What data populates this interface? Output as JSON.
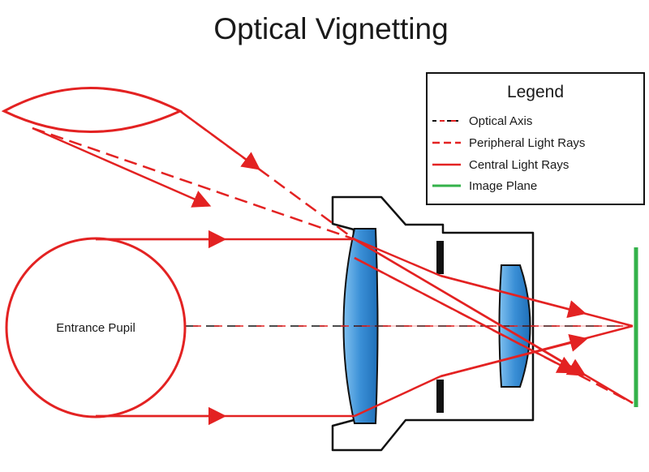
{
  "title": "Optical Vignetting",
  "labels": {
    "entrance_pupil": "Entrance Pupil"
  },
  "legend": {
    "title": "Legend",
    "items": [
      {
        "label": "Optical Axis",
        "style": "axis",
        "color": "#e32222"
      },
      {
        "label": "Peripheral Light Rays",
        "style": "dashed",
        "color": "#e32222"
      },
      {
        "label": "Central Light Rays",
        "style": "solid",
        "color": "#e32222"
      },
      {
        "label": "Image Plane",
        "style": "solid",
        "color": "#33b24a"
      }
    ]
  },
  "colors": {
    "ray": "#e32222",
    "image_plane": "#33b24a",
    "lens_fill": "#3a8fd6",
    "outline": "#111111"
  }
}
